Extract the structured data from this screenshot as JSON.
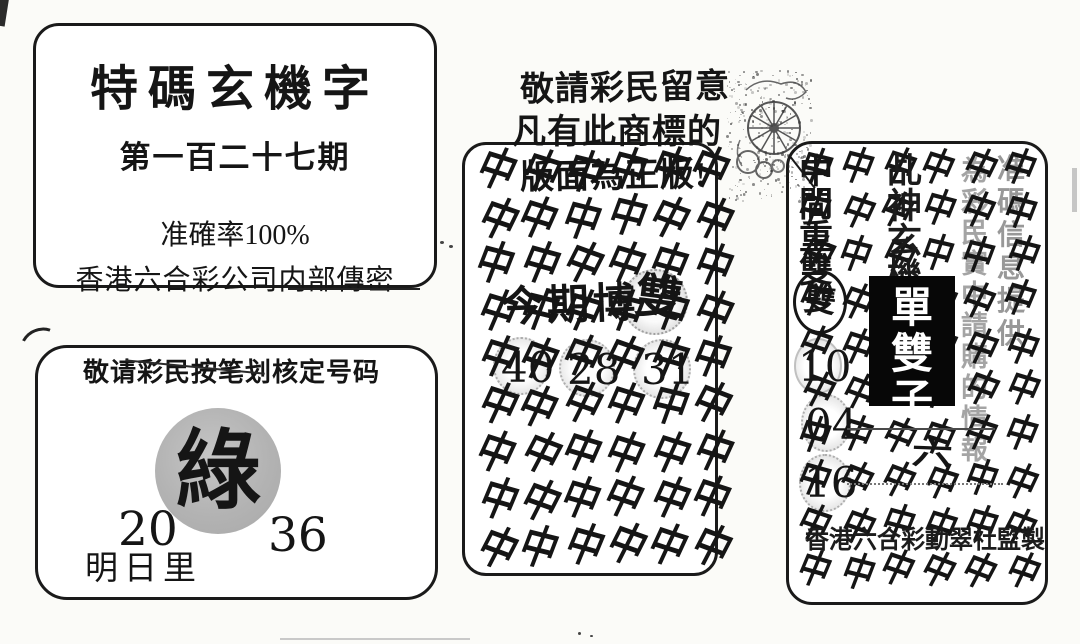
{
  "page": {
    "background": "#fbfbf8",
    "ink": "#151515"
  },
  "top_left_panel": {
    "title": "特碼玄機字",
    "issue_line": "第一百二十七期",
    "accuracy_line": "准確率100%",
    "source_line": "香港六合彩公司内部傳密"
  },
  "bottom_left_panel": {
    "header": "敬请彩民按笔划核定号码",
    "color_char": "綠",
    "left_number": "20",
    "right_number": "36",
    "footer": "明日里"
  },
  "notice": {
    "lines": [
      "敬請彩民留意",
      "凡有此商標的",
      "版面為正版!"
    ]
  },
  "stamp_icon": "wheel-deity-stamp",
  "middle_panel": {
    "grid_char": "中",
    "grid_cols": 6,
    "grid_rows": 9,
    "phrase": "今期博",
    "circled_char": "雙",
    "numbers": [
      "40",
      "28",
      "31"
    ]
  },
  "right_panel": {
    "grid_char": "中",
    "grid_cols": 6,
    "grid_rows": 10,
    "column_phrase": "中間重雙",
    "circled_char": "雙",
    "numbers": [
      "10",
      "04",
      "16"
    ],
    "mystic_phrase": "乩神玄機",
    "black_box_chars": "單雙子",
    "stray_char": "六",
    "faint_phrase_1": "為彩民實中請購的情報",
    "faint_phrase_2": "准碼信息提供",
    "seal_line": "香港六合彩動翠社監製"
  }
}
